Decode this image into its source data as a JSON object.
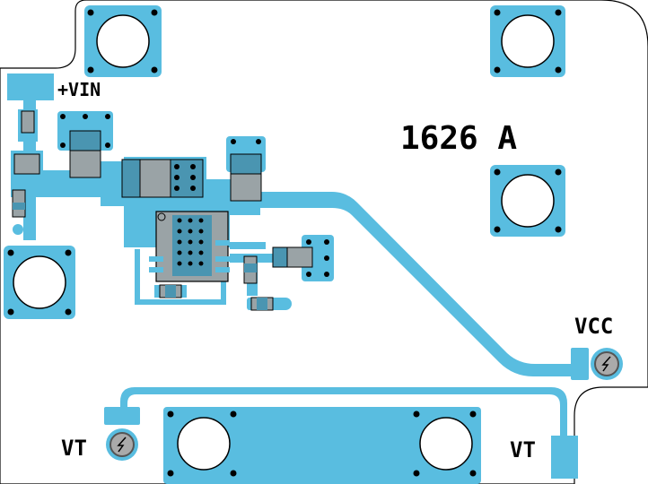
{
  "labels": {
    "part_number": "1626 A",
    "vin": "+VIN",
    "vcc": "VCC",
    "vt_left": "VT",
    "vt_right": "VT"
  },
  "colors": {
    "copper": "#59bde0",
    "dark_pad": "#4a95b1",
    "component": "#9aa3a6",
    "outline": "#000000",
    "hole_ring": "#888888",
    "background": "#ffffff"
  },
  "icons": {
    "test_point": "lightning-bolt-icon",
    "mounting_hole": "circle-hole-icon"
  }
}
